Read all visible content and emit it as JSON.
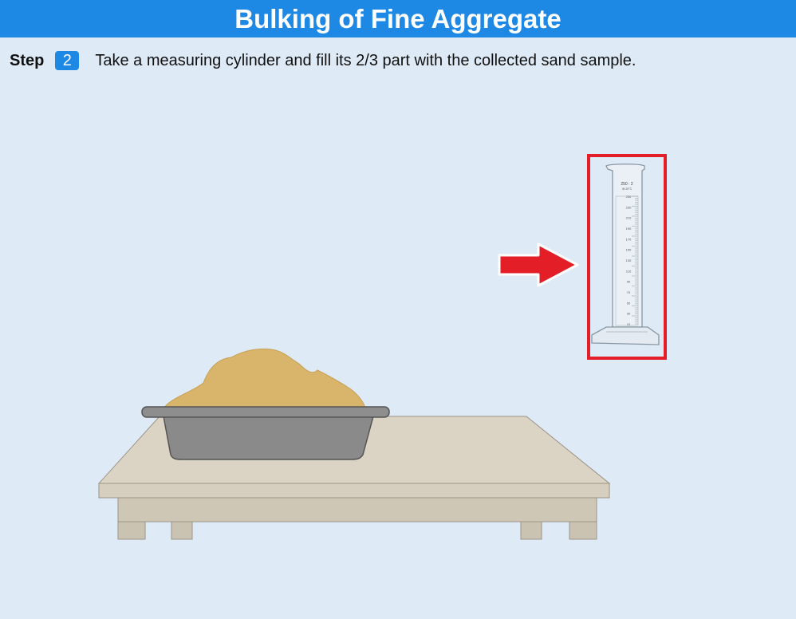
{
  "header": {
    "title": "Bulking of Fine Aggregate"
  },
  "step": {
    "label": "Step",
    "number": "2",
    "instruction": "Take a measuring cylinder and fill its 2/3 part with the collected sand sample."
  },
  "cylinder": {
    "title": "250 : 2",
    "subtitle": "IN 20°C",
    "scale": [
      "250",
      "230",
      "210",
      "190",
      "170",
      "150",
      "130",
      "110",
      "90",
      "70",
      "50",
      "30",
      "10"
    ]
  },
  "colors": {
    "header": "#1e88e5",
    "background": "#deeaf6",
    "highlight": "#e41e26",
    "arrow": "#e41e26",
    "sand": "#d8b56a",
    "tray": "#8a8a8a",
    "table_top": "#dbd3c4"
  }
}
